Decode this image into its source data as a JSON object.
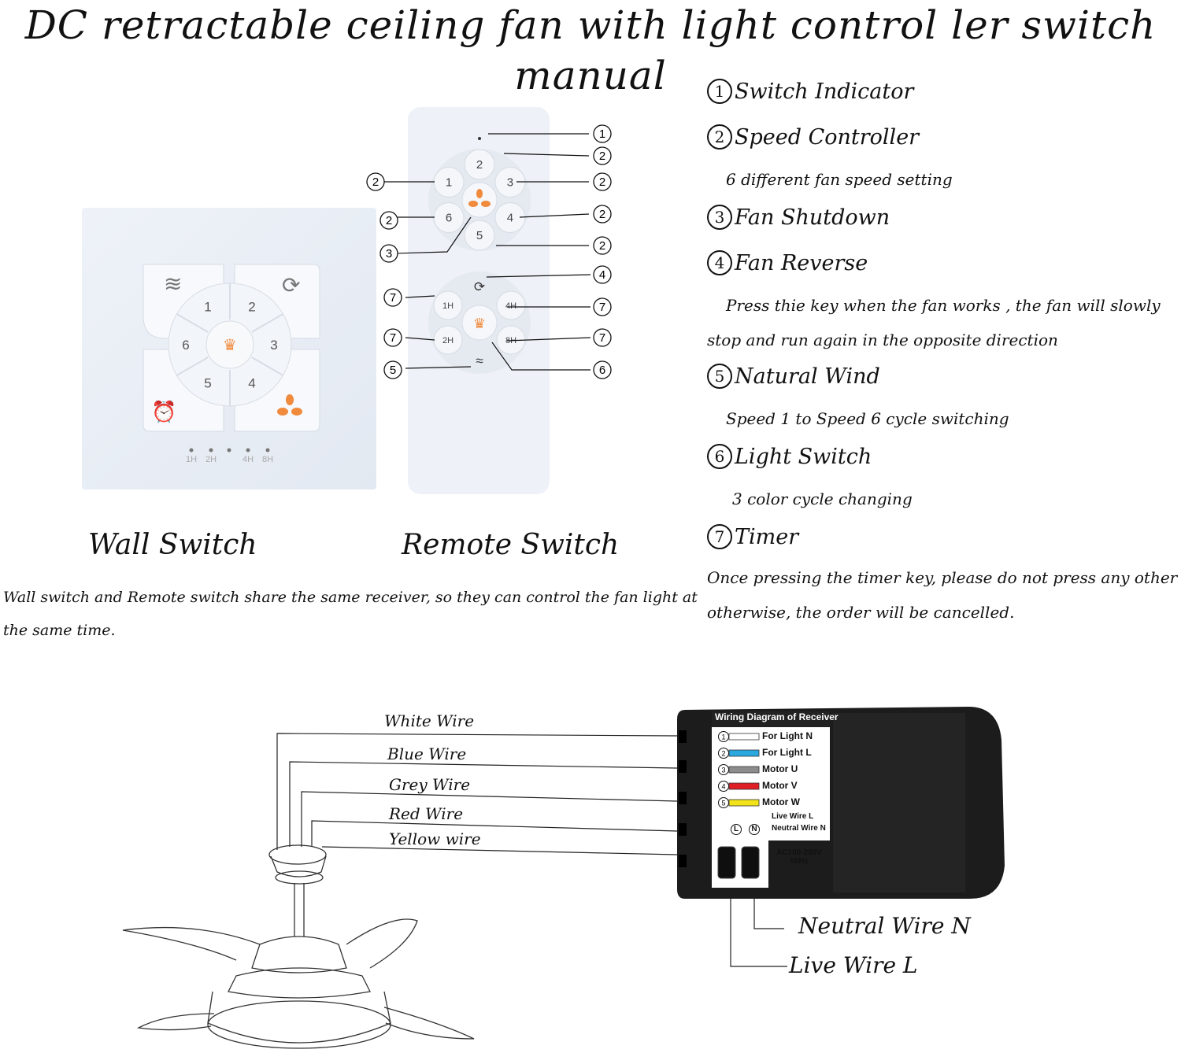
{
  "title": "DC retractable ceiling fan with light control ler  switch manual",
  "features": [
    {
      "num": "1",
      "name": "Switch Indicator",
      "desc": []
    },
    {
      "num": "2",
      "name": "Speed Controller",
      "desc": [
        "6 different fan speed setting"
      ]
    },
    {
      "num": "3",
      "name": "Fan Shutdown",
      "desc": []
    },
    {
      "num": "4",
      "name": "Fan Reverse",
      "desc": [
        "Press thie key when the fan works , the fan will  slowly",
        "stop and run again in the opposite direction"
      ]
    },
    {
      "num": "5",
      "name": "Natural Wind",
      "desc": [
        "Speed 1 to Speed 6 cycle switching"
      ]
    },
    {
      "num": "6",
      "name": "Light Switch",
      "desc": [
        "3 color cycle changing"
      ]
    },
    {
      "num": "7",
      "name": "Timer",
      "desc": [
        "Once pressing the timer key, please do not press any other keys.",
        "otherwise, the order will be cancelled."
      ]
    }
  ],
  "wall_switch": {
    "caption": "Wall Switch",
    "keys": [
      "1",
      "2",
      "3",
      "4",
      "5",
      "6"
    ],
    "timer_labels": [
      "1H",
      "2H",
      "4H",
      "8H"
    ]
  },
  "remote": {
    "caption": "Remote Switch",
    "keys": [
      "1",
      "2",
      "3",
      "4",
      "5",
      "6"
    ],
    "timer_keys": [
      "1H",
      "2H",
      "4H",
      "8H"
    ],
    "callouts_right": [
      "1",
      "2",
      "2",
      "2",
      "2",
      "4",
      "7",
      "7",
      "6"
    ],
    "callouts_left": [
      "2",
      "2",
      "3",
      "7",
      "7",
      "5"
    ]
  },
  "shared_note": "Wall switch and Remote switch share the same receiver, so they can control the fan light at the same time.",
  "wiring": {
    "wires": [
      "White Wire",
      "Blue Wire",
      "Grey Wire",
      "Red Wire",
      "Yellow wire"
    ],
    "receiver_title": "Wiring Diagram of Receiver",
    "receiver_rows": [
      {
        "num": "1",
        "label": "For Light N",
        "color": "#ffffff"
      },
      {
        "num": "2",
        "label": "For Light L",
        "color": "#29a8e0"
      },
      {
        "num": "3",
        "label": "Motor U",
        "color": "#8c8c8c"
      },
      {
        "num": "4",
        "label": "Motor V",
        "color": "#e01e26"
      },
      {
        "num": "5",
        "label": "Motor W",
        "color": "#f2e21a"
      }
    ],
    "live_label": "Live Wire L",
    "neutral_label": "Neutral Wire N",
    "l_mark": "L",
    "n_mark": "N",
    "power": "AC100-260V",
    "freq": "50Hz",
    "neutral_wire": "Neutral Wire   N",
    "live_wire": "Live Wire  L"
  },
  "colors": {
    "accent_orange": "#f08a3c",
    "button_gray": "#e9ebf0"
  }
}
